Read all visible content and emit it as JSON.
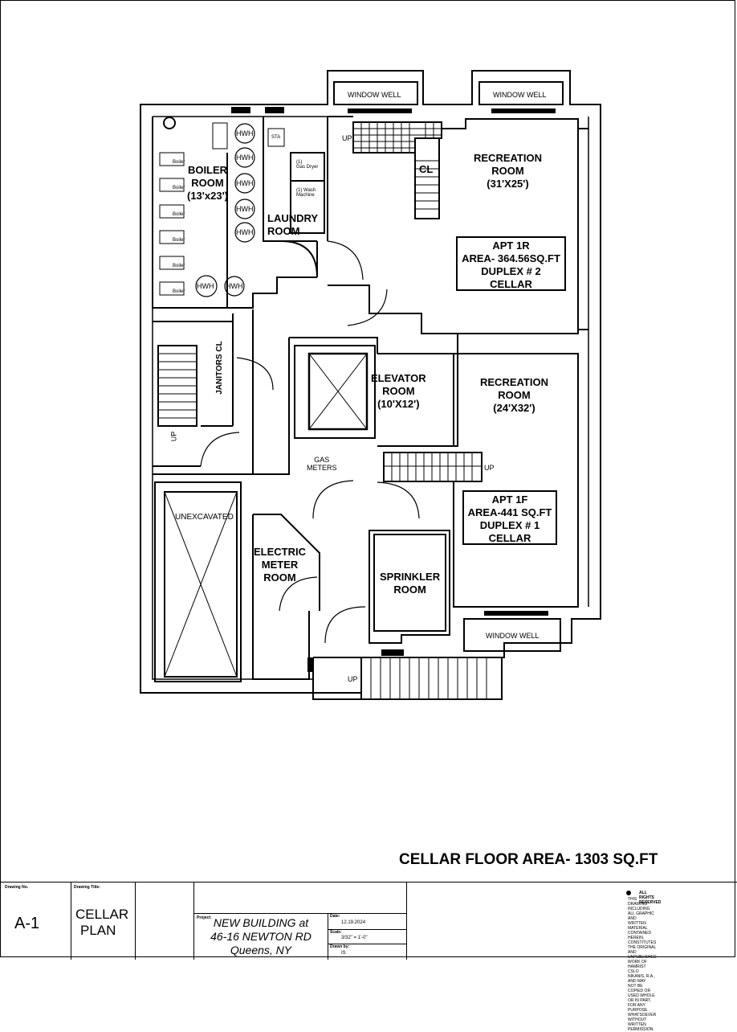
{
  "rooms": {
    "boiler": [
      "BOILER",
      "ROOM",
      "(13'x23')"
    ],
    "laundry": [
      "LAUNDRY",
      "ROOM"
    ],
    "recreation_top": [
      "RECREATION",
      "ROOM",
      "(31'X25')"
    ],
    "elevator": [
      "ELEVATOR",
      "ROOM",
      "(10'X12')"
    ],
    "recreation_bottom": [
      "RECREATION",
      "ROOM",
      "(24'X32')"
    ],
    "electric": [
      "ELECTRIC",
      "METER",
      "ROOM"
    ],
    "sprinkler": [
      "SPRINKLER",
      "ROOM"
    ],
    "janitors": "JANITORS CL",
    "unexcavated": "UNEXCAVATED",
    "closet": "CL",
    "gas_meters": [
      "GAS",
      "METERS"
    ]
  },
  "apartments": {
    "apt_1r": [
      "APT 1R",
      "AREA- 364.56SQ.FT",
      "DUPLEX # 2",
      "CELLAR"
    ],
    "apt_1f": [
      "APT 1F",
      "AREA-441 SQ.FT",
      "DUPLEX # 1",
      "CELLAR"
    ]
  },
  "window_well": "WINDOW WELL",
  "up": "UP",
  "hwh": "HWH",
  "boiler_tag": "Boiler",
  "sta": "STA",
  "gas_dryer": [
    "(1)",
    "Gas Dryer"
  ],
  "wash_machine": [
    "(1) Wash",
    "Machine"
  ],
  "floor_area": "CELLAR FLOOR AREA- 1303 SQ.FT",
  "title_block": {
    "drawing_no_caption": "Drawing No.",
    "drawing_no": "A-1",
    "drawing_title_caption": "Drawing Title:",
    "drawing_title": [
      "CELLAR",
      "PLAN"
    ],
    "project_caption": "Project:",
    "project": [
      "NEW BUILDING at",
      "46-16 NEWTON RD",
      "Queens, NY"
    ],
    "date_caption": "Date:",
    "date": "12.19.2024",
    "scale_caption": "Scale:",
    "scale": "3/32\" = 1'-0\"",
    "drawn_by_caption": "Drawn by:",
    "drawn_by": "IS",
    "rights_title": "ALL RIGHTS RESERVED",
    "rights_text": [
      "THIS DRAWING INCLUDING ALL GRAPHIC AND",
      "WRITTEN MATERIAL CONTAINED HEREIN,",
      "CONSTITUTES THE ORIGINAL AND UNPUBLISHED",
      "WORK OF HAMRIST CSLO NIKANIS, R.A., AND MAY",
      "NOT BE COPIED OR USED WHOLE OR IN PART,",
      "FOR ANY PURPOSE WHATSOEVER WITHOUT",
      "WRITTEN PERMISSION."
    ]
  }
}
